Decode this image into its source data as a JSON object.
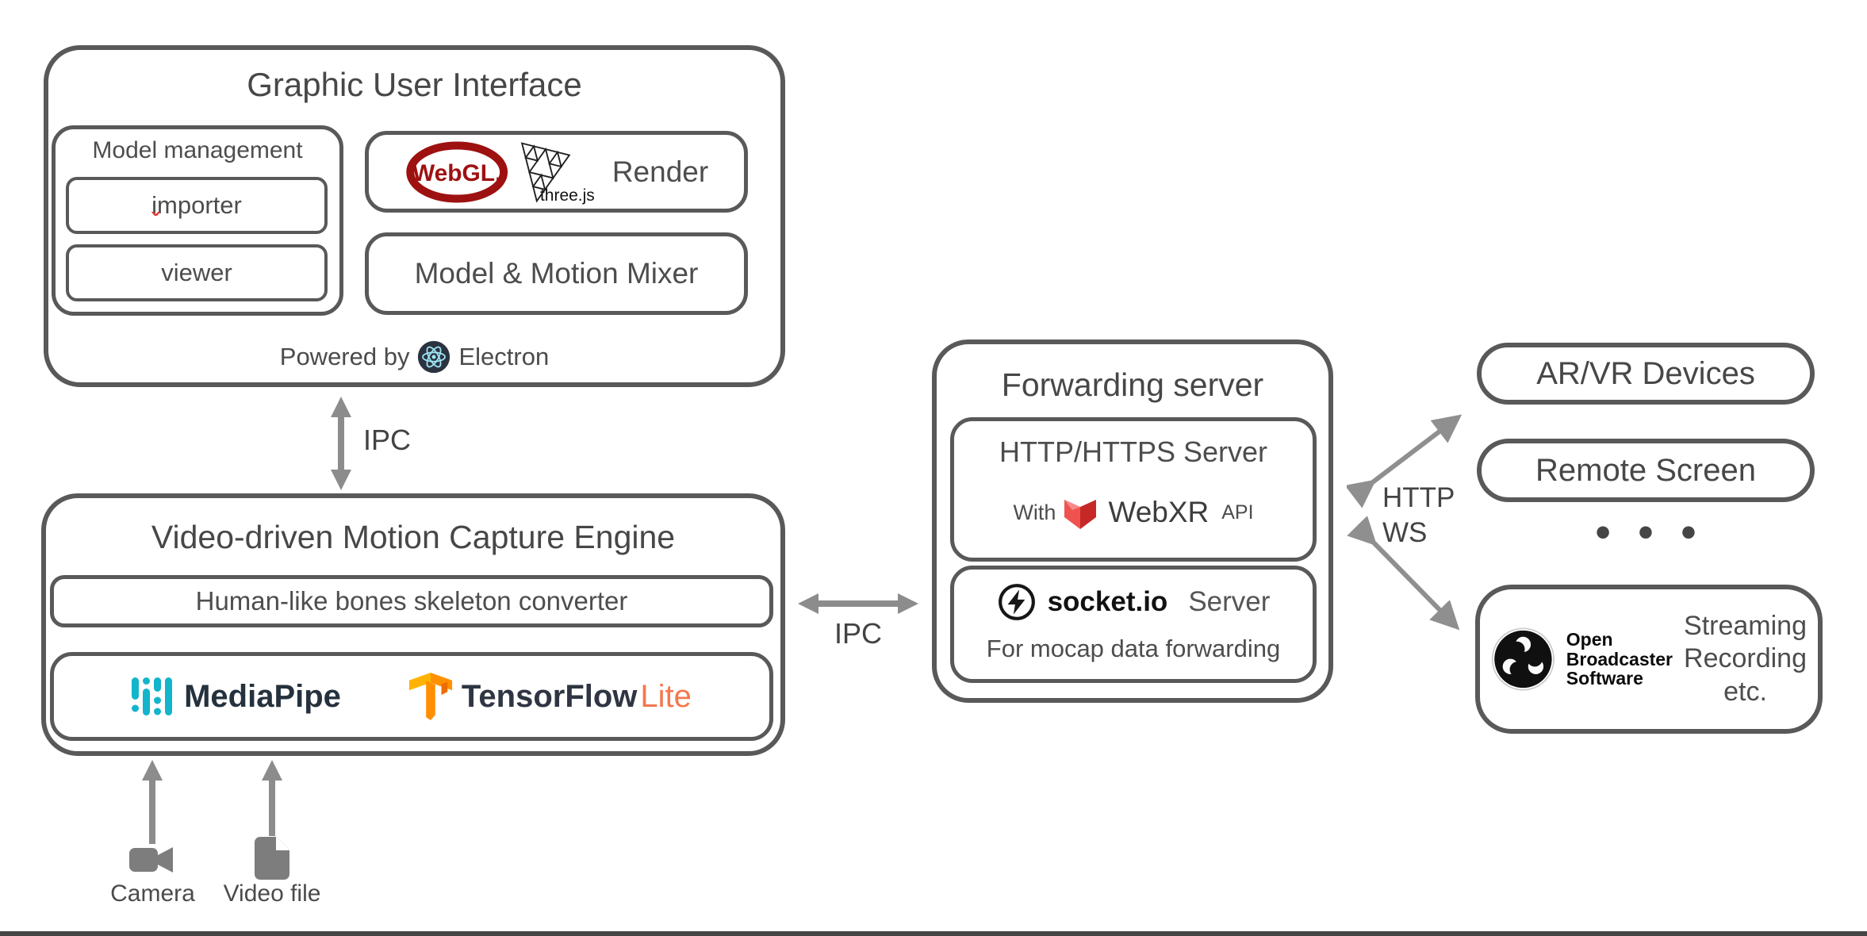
{
  "diagram": {
    "gui": {
      "title": "Graphic User Interface",
      "model_management": {
        "title": "Model management",
        "importer": "importer",
        "spell_mark": "ˇ",
        "viewer": "viewer"
      },
      "render_box": {
        "webgl": "WebGL.",
        "threejs": "three.js",
        "label": "Render"
      },
      "mixer_label": "Model & Motion Mixer",
      "powered_by": "Powered by",
      "electron": "Electron"
    },
    "connections": {
      "ipc_gui_engine": "IPC",
      "ipc_engine_server": "IPC",
      "http": "HTTP",
      "ws": "WS"
    },
    "engine": {
      "title": "Video-driven Motion Capture Engine",
      "converter": "Human-like bones skeleton converter",
      "mediapipe": "MediaPipe",
      "tensorflow": "TensorFlow",
      "tensorflow_lite": "Lite"
    },
    "inputs": {
      "camera": "Camera",
      "video_file": "Video file"
    },
    "server": {
      "title": "Forwarding server",
      "http_box": {
        "title": "HTTP/HTTPS Server",
        "with_label": "With",
        "webxr": "WebXR",
        "api": "API"
      },
      "socket_box": {
        "brand": "socket.io",
        "server_label": "Server",
        "subtitle": "For mocap data forwarding"
      }
    },
    "clients": {
      "arvr": "AR/VR Devices",
      "remote": "Remote Screen",
      "ellipsis": "• • •",
      "obs": {
        "brand_line1": "Open",
        "brand_line2": "Broadcaster",
        "brand_line3": "Software",
        "desc_line1": "Streaming",
        "desc_line2": "Recording",
        "desc_line3": "etc."
      }
    },
    "colors": {
      "box_border": "#595959",
      "text": "#4d4d4d",
      "arrow": "#8c8c8c",
      "webgl_red": "#9e1111",
      "electron_bg": "#2b3340",
      "electron_atom": "#9fe8f8",
      "mediapipe_teal": "#12b5cb",
      "tensorflow_orange": "#ff8f00",
      "tensorflow_lite": "#f4774e",
      "webxr_red": "#c62828",
      "socket_black": "#111111",
      "spell_mark_red": "#e53935"
    }
  }
}
